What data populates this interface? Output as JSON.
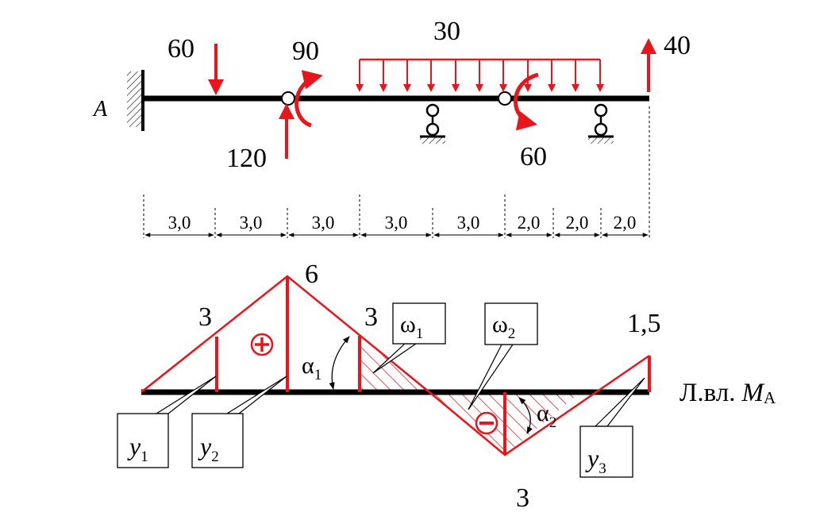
{
  "support_label": "A",
  "loads": {
    "p60": "60",
    "m90": "90",
    "q30": "30",
    "p40": "40",
    "p120": "120",
    "m60": "60"
  },
  "dimensions": [
    "3,0",
    "3,0",
    "3,0",
    "3,0",
    "3,0",
    "2,0",
    "2,0",
    "2,0"
  ],
  "influence_line": {
    "title_prefix": "Л.вл.",
    "title_var": "M",
    "title_sub": "A",
    "peak_label": "6",
    "left_label": "3",
    "mid_label": "3",
    "right_label": "1,5",
    "bottom_label": "3",
    "plus_sign": "+",
    "minus_sign": "−",
    "alpha1": {
      "sym": "α",
      "sub": "1"
    },
    "alpha2": {
      "sym": "α",
      "sub": "2"
    },
    "callouts": {
      "y1": {
        "sym": "y",
        "sub": "1"
      },
      "y2": {
        "sym": "y",
        "sub": "2"
      },
      "y3": {
        "sym": "y",
        "sub": "3"
      },
      "w1": {
        "sym": "ω",
        "sub": "1"
      },
      "w2": {
        "sym": "ω",
        "sub": "2"
      }
    }
  },
  "colors": {
    "load": "#e8151b",
    "beam": "#000000",
    "line": "#e8151b"
  }
}
